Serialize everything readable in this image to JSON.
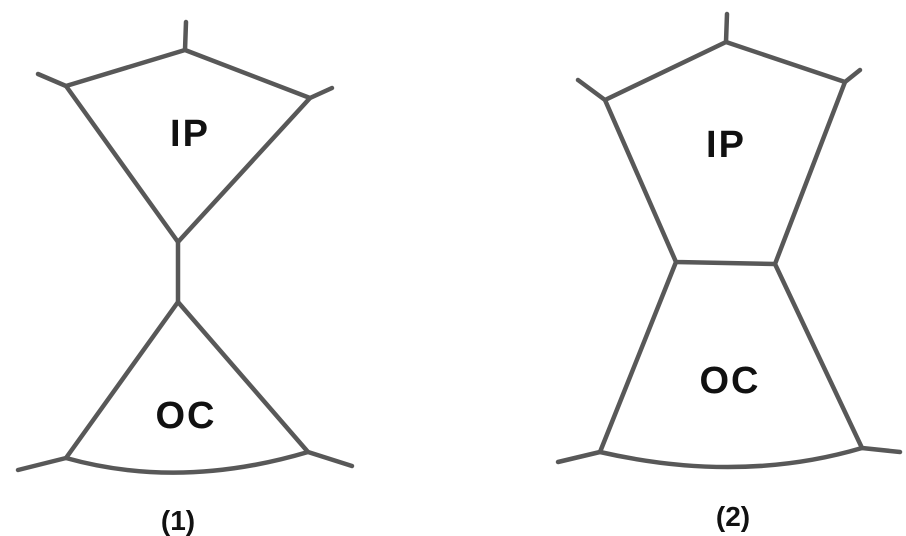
{
  "figures": [
    {
      "caption": "(1)",
      "upper_label": "IP",
      "lower_label": "OC"
    },
    {
      "caption": "(2)",
      "upper_label": "IP",
      "lower_label": "OC"
    }
  ]
}
